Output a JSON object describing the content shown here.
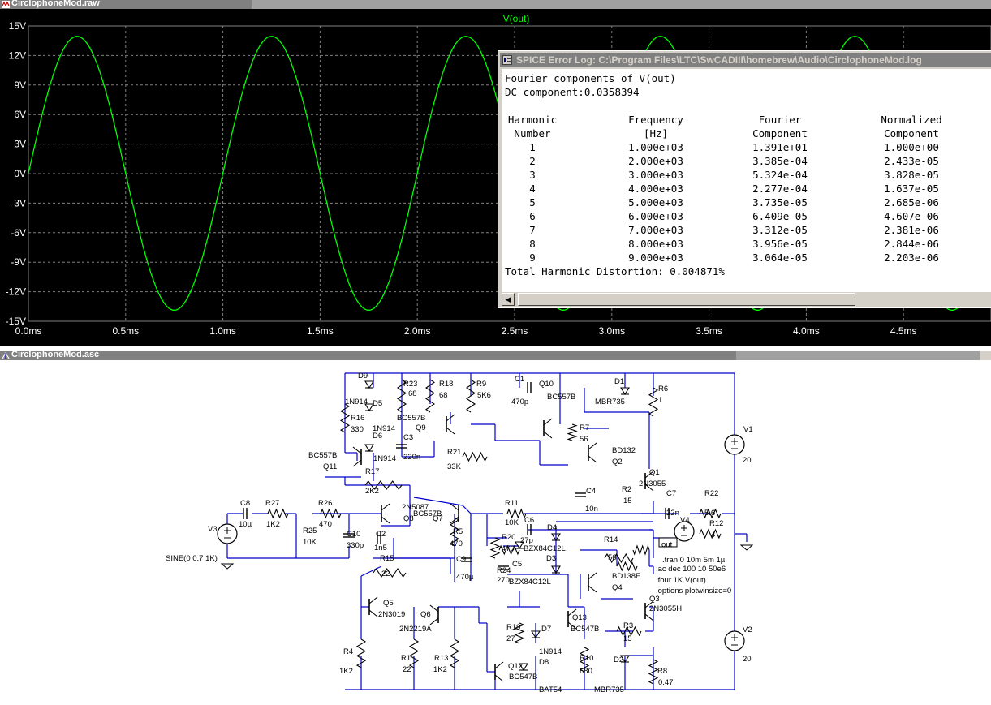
{
  "plot_window": {
    "title": "CirclophoneMod.raw",
    "trace_label": "V(out)",
    "y_ticks": [
      "15V",
      "12V",
      "9V",
      "6V",
      "3V",
      "0V",
      "-3V",
      "-6V",
      "-9V",
      "-12V",
      "-15V"
    ],
    "x_ticks": [
      "0.0ms",
      "0.5ms",
      "1.0ms",
      "1.5ms",
      "2.0ms",
      "2.5ms",
      "3.0ms",
      "3.5ms",
      "4.0ms",
      "4.5ms"
    ],
    "trace_color": "#00ff00",
    "background": "#000000"
  },
  "chart_data": {
    "type": "line",
    "title": "V(out)",
    "xlabel": "",
    "ylabel": "",
    "xlim": [
      0,
      4.95
    ],
    "ylim": [
      -15,
      15
    ],
    "x_unit": "ms",
    "y_unit": "V",
    "grid": true,
    "series": [
      {
        "name": "V(out)",
        "amplitude": 13.91,
        "frequency_khz": 1.0,
        "dc_offset": 0.0358394
      }
    ]
  },
  "log_window": {
    "title": "SPICE Error Log: C:\\Program Files\\LTC\\SwCADIII\\homebrew\\Audio\\CirclophoneMod.log",
    "line1": "Fourier components of V(out)",
    "line2": "DC component:0.0358394",
    "headers1": [
      "Harmonic",
      "Frequency",
      "Fourier",
      "Normalized"
    ],
    "headers2": [
      "Number",
      "[Hz]",
      "Component",
      "Component"
    ],
    "rows": [
      [
        "1",
        "1.000e+03",
        "1.391e+01",
        "1.000e+00"
      ],
      [
        "2",
        "2.000e+03",
        "3.385e-04",
        "2.433e-05"
      ],
      [
        "3",
        "3.000e+03",
        "5.324e-04",
        "3.828e-05"
      ],
      [
        "4",
        "4.000e+03",
        "2.277e-04",
        "1.637e-05"
      ],
      [
        "5",
        "5.000e+03",
        "3.735e-05",
        "2.685e-06"
      ],
      [
        "6",
        "6.000e+03",
        "6.409e-05",
        "4.607e-06"
      ],
      [
        "7",
        "7.000e+03",
        "3.312e-05",
        "2.381e-06"
      ],
      [
        "8",
        "8.000e+03",
        "3.956e-05",
        "2.844e-06"
      ],
      [
        "9",
        "9.000e+03",
        "3.064e-05",
        "2.203e-06"
      ]
    ],
    "thd": "Total Harmonic Distortion: 0.004871%"
  },
  "schematic_window": {
    "title": "CirclophoneMod.asc",
    "wire_color": "#0000cc",
    "labels": [
      {
        "t": "D9"
      },
      {
        "t": "R23"
      },
      {
        "t": "68"
      },
      {
        "t": "R18"
      },
      {
        "t": "68"
      },
      {
        "t": "R9"
      },
      {
        "t": "5K6"
      },
      {
        "t": "C1"
      },
      {
        "t": "470p"
      },
      {
        "t": "Q10"
      },
      {
        "t": "BC557B"
      },
      {
        "t": "D1"
      },
      {
        "t": "MBR735"
      },
      {
        "t": "R6"
      },
      {
        "t": "1"
      },
      {
        "t": "1N914"
      },
      {
        "t": "D5"
      },
      {
        "t": "BC557B"
      },
      {
        "t": "R16"
      },
      {
        "t": "330"
      },
      {
        "t": "1N914"
      },
      {
        "t": "D6"
      },
      {
        "t": "Q9"
      },
      {
        "t": "R7"
      },
      {
        "t": "56"
      },
      {
        "t": "V1"
      },
      {
        "t": "C3"
      },
      {
        "t": "220n"
      },
      {
        "t": "BD132"
      },
      {
        "t": "Q2"
      },
      {
        "t": "BC557B"
      },
      {
        "t": "1N914"
      },
      {
        "t": "R21"
      },
      {
        "t": "33K"
      },
      {
        "t": "Q11"
      },
      {
        "t": "20"
      },
      {
        "t": "R17"
      },
      {
        "t": "2K2"
      },
      {
        "t": "Q1"
      },
      {
        "t": "2N3055"
      },
      {
        "t": "C4"
      },
      {
        "t": "R2"
      },
      {
        "t": "15"
      },
      {
        "t": "C7"
      },
      {
        "t": "R22"
      },
      {
        "t": "22n"
      },
      {
        "t": "5.6"
      },
      {
        "t": "10n"
      },
      {
        "t": "2N5087"
      },
      {
        "t": "BC557B"
      },
      {
        "t": "C8"
      },
      {
        "t": "R27"
      },
      {
        "t": "R26"
      },
      {
        "t": "Q8"
      },
      {
        "t": "Q7"
      },
      {
        "t": "10µ"
      },
      {
        "t": "1K2"
      },
      {
        "t": "470"
      },
      {
        "t": "R11"
      },
      {
        "t": "10K"
      },
      {
        "t": "C6"
      },
      {
        "t": "D4"
      },
      {
        "t": "V4"
      },
      {
        "t": "R12"
      },
      {
        "t": "V3"
      },
      {
        "t": "R25"
      },
      {
        "t": "C10"
      },
      {
        "t": "R5"
      },
      {
        "t": "470"
      },
      {
        "t": "27p"
      },
      {
        "t": "4"
      },
      {
        "t": "10K"
      },
      {
        "t": "C2"
      },
      {
        "t": "R20"
      },
      {
        "t": "470"
      },
      {
        "t": "BZX84C12L"
      },
      {
        "t": "out"
      },
      {
        "t": "330p"
      },
      {
        "t": "1n5"
      },
      {
        "t": "D3"
      },
      {
        "t": "R14"
      },
      {
        "t": "56"
      },
      {
        "t": "SINE(0 0.7 1K)"
      },
      {
        "t": "R15"
      },
      {
        "t": "C9"
      },
      {
        "t": "C5"
      },
      {
        "t": ".tran 0 10m 5m 1µ"
      },
      {
        "t": "22"
      },
      {
        "t": "470µ"
      },
      {
        "t": "R24"
      },
      {
        "t": "270"
      },
      {
        "t": "BZX84C12L"
      },
      {
        "t": ";ac dec 100 10 50e6"
      },
      {
        "t": "BD138F"
      },
      {
        "t": "Q4"
      },
      {
        "t": ".four 1K V(out)"
      },
      {
        "t": ".options plotwinsize=0"
      },
      {
        "t": "Q5"
      },
      {
        "t": "2N3019"
      },
      {
        "t": "Q6"
      },
      {
        "t": "2N2219A"
      },
      {
        "t": "Q3"
      },
      {
        "t": "2N3055H"
      },
      {
        "t": "R19"
      },
      {
        "t": "Q13"
      },
      {
        "t": "27"
      },
      {
        "t": "D7"
      },
      {
        "t": "BC547B"
      },
      {
        "t": "R3"
      },
      {
        "t": "15"
      },
      {
        "t": "V2"
      },
      {
        "t": "R4"
      },
      {
        "t": "R1"
      },
      {
        "t": "R13"
      },
      {
        "t": "1N914"
      },
      {
        "t": "R10"
      },
      {
        "t": "D8"
      },
      {
        "t": "D2"
      },
      {
        "t": "20"
      },
      {
        "t": "1K2"
      },
      {
        "t": "22"
      },
      {
        "t": "1K2"
      },
      {
        "t": "Q12"
      },
      {
        "t": "680"
      },
      {
        "t": "R8"
      },
      {
        "t": "BC547B"
      },
      {
        "t": "BAT54"
      },
      {
        "t": "MBR735"
      },
      {
        "t": "0.47"
      }
    ]
  }
}
